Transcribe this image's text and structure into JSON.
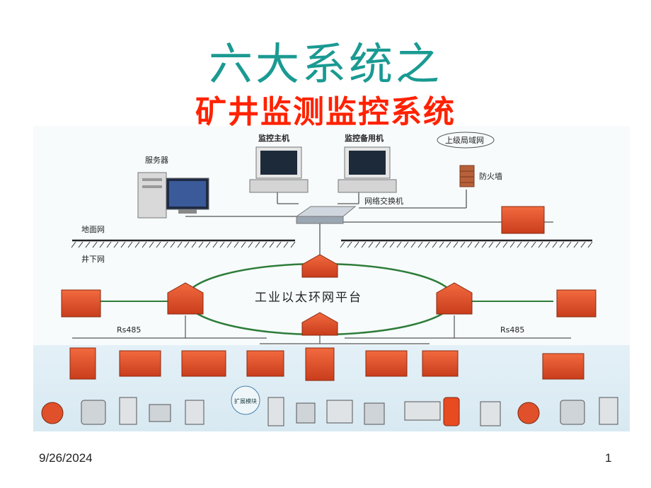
{
  "title": "六大系统之",
  "subtitle": "矿井监测监控系统",
  "diagram": {
    "labels": {
      "server": "服务器",
      "monitor_host": "监控主机",
      "monitor_backup": "监控备用机",
      "upper_lan": "上级局域网",
      "firewall": "防火墙",
      "switch": "网络交换机",
      "ground_net": "地面网",
      "underground_net": "井下网",
      "ring_platform": "工业以太环网平台",
      "rs485_left": "Rs485",
      "rs485_right": "Rs485",
      "bubble": "扩展模块"
    },
    "colors": {
      "ring": "#2e7d3a",
      "device": "#e8502a",
      "line": "#555555"
    }
  },
  "footer": {
    "date": "9/26/2024",
    "page": "1"
  }
}
